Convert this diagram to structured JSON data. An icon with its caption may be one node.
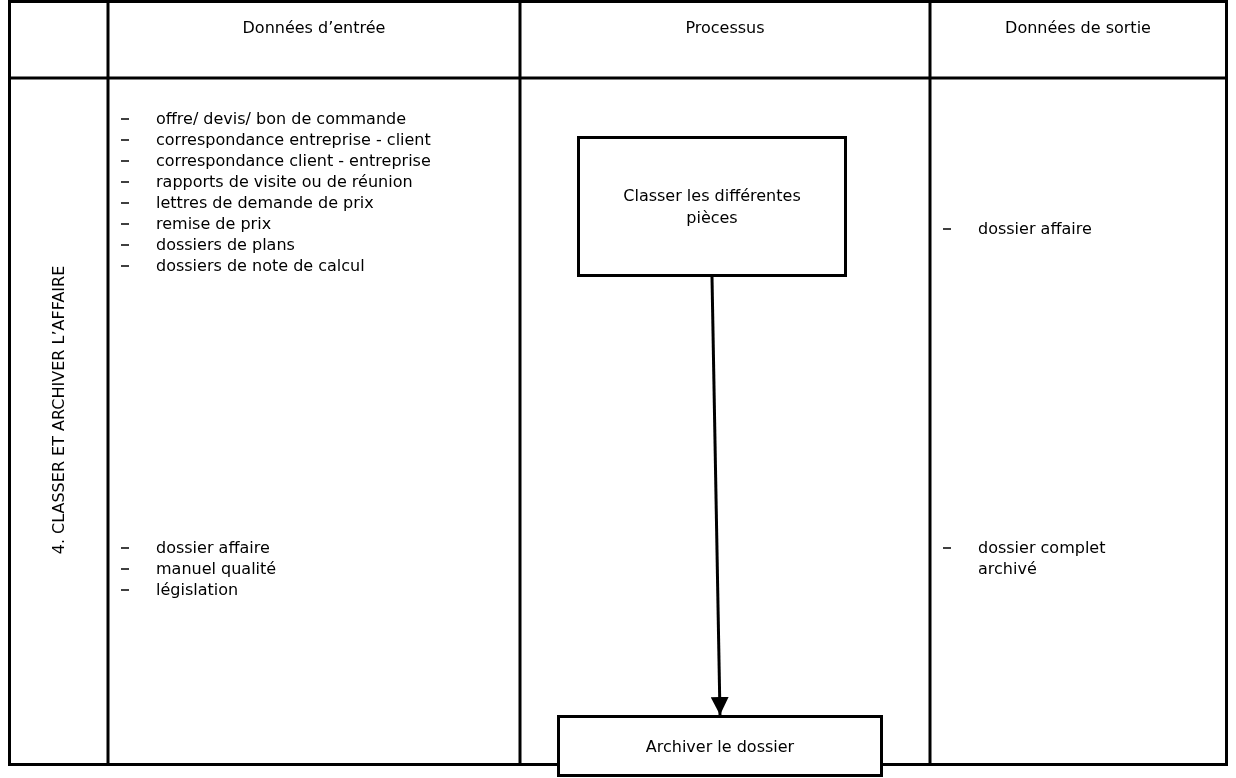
{
  "diagram": {
    "nodes": [
      {
        "text": [
          "Classer les différentes pièces"
        ]
      },
      {
        "text": [
          "Archiver le dossier"
        ]
      }
    ],
    "edges": [
      {
        "from": 0,
        "to": 1,
        "arrow": "to"
      }
    ],
    "labels": [
      "Données d’entrée",
      "Processus",
      "Données de sortie",
      "4. CLASSER ET ARCHIVER L’AFFAIRE",
      "offre/ devis/ bon de commande",
      "correspondance entreprise - client",
      "correspondance client - entreprise",
      "rapports de visite ou de réunion",
      "lettres de demande de prix",
      "remise de prix",
      "dossiers de plans",
      "dossiers de note de calcul",
      "dossier affaire",
      "manuel qualité",
      "législation",
      "dossier affaire",
      "dossier complet archivé"
    ]
  }
}
